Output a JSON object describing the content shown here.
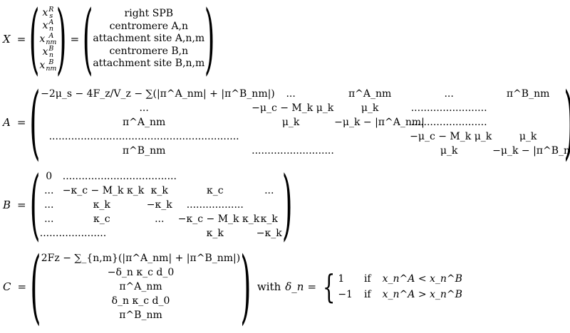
{
  "equations": {
    "X": {
      "symbol": "X",
      "left_col": [
        "x_s^R",
        "x_n^A",
        "x_nm^A",
        "x_n^B",
        "x_nm^B"
      ],
      "right_col": [
        "right SPB",
        "centromere A,n",
        "attachment site A,n,m",
        "centromere B,n",
        "attachment site B,n,m"
      ]
    },
    "A": {
      "symbol": "A",
      "rows": [
        [
          "−2μ_s − 4F_z/V_z − ∑(|π^A_nm| + |π^B_nm|)",
          "...",
          "π^A_nm",
          "...",
          "π^B_nm"
        ],
        [
          "...",
          "−μ_c − M_k μ_k",
          "μ_k",
          "........................",
          ""
        ],
        [
          "π^A_nm",
          "μ_k",
          "−μ_k − |π^A_nm|",
          "........................",
          ""
        ],
        [
          "............................................................",
          "",
          "",
          "−μ_c − M_k μ_k",
          "μ_k"
        ],
        [
          "π^B_nm",
          "..........................",
          "",
          "μ_k",
          "−μ_k − |π^B_nm|"
        ]
      ],
      "trail": ","
    },
    "B": {
      "symbol": "B",
      "rows": [
        [
          "0",
          "....................................",
          "",
          "",
          ""
        ],
        [
          "...",
          "−κ_c − M_k κ_k",
          "κ_k",
          "κ_c",
          "..."
        ],
        [
          "...",
          "κ_k",
          "−κ_k",
          "..................",
          ""
        ],
        [
          "...",
          "κ_c",
          "...",
          "−κ_c − M_k κ_k",
          "κ_k"
        ],
        [
          ".....................",
          "",
          "",
          "κ_k",
          "−κ_k"
        ]
      ]
    },
    "C": {
      "symbol": "C",
      "col": [
        "2Fz − ∑_{n,m}(|π^A_nm| + |π^B_nm|)",
        "−δ_n κ_c d_0",
        "π^A_nm",
        "δ_n κ_c d_0",
        "π^B_nm"
      ],
      "with_text": "with",
      "delta": "δ_n",
      "cases": [
        {
          "value": "1",
          "cond": "if",
          "expr": "x_n^A < x_n^B"
        },
        {
          "value": "−1",
          "cond": "if",
          "expr": "x_n^A > x_n^B"
        }
      ]
    }
  }
}
